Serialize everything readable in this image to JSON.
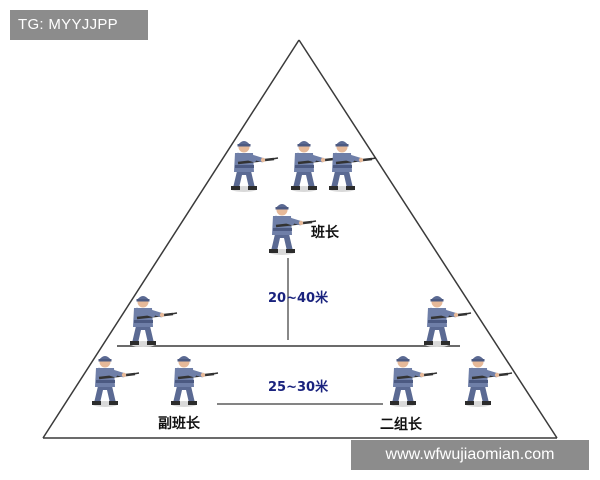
{
  "watermark_top": "TG: MYYJJPP",
  "watermark_bottom": "www.wfwujiaomian.com",
  "labels": {
    "squad_leader": "班长",
    "deputy_leader": "副班长",
    "group2_leader": "二组长"
  },
  "distances": {
    "upper": "20~40米",
    "lower": "25~30米"
  },
  "colors": {
    "uniform": "#6f7fa8",
    "uniform_dark": "#4c5a82",
    "skin": "#e6b999",
    "line": "#3a3a3a",
    "distance_text": "#1a237e"
  }
}
